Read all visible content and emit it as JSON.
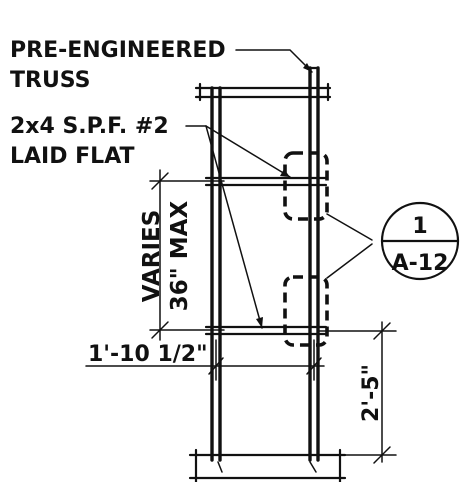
{
  "callouts": {
    "truss_line1": "PRE-ENGINEERED",
    "truss_line2": "TRUSS",
    "member_line1": "2x4 S.P.F. #2",
    "member_line2": "LAID FLAT"
  },
  "dimensions": {
    "vertical_spacing_line1": "VARIES",
    "vertical_spacing_line2": "36\" MAX",
    "horizontal": "1'-10 1/2\"",
    "bottom_vertical": "2'-5\""
  },
  "detail_tag": {
    "number": "1",
    "sheet": "A-12"
  }
}
